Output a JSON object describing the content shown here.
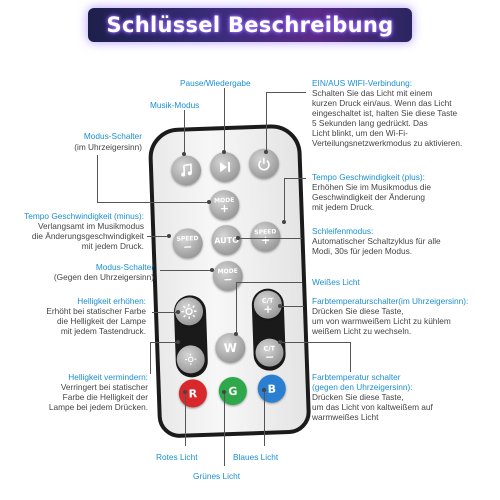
{
  "title": "Schlüssel Beschreibung",
  "labels": {
    "pause": "Pause/Wiedergabe",
    "music": "Musik-Modus",
    "mode_cw_title": "Modus-Schalter",
    "mode_cw_sub": "(im Uhrzeigersinn)",
    "onoff_title": "EIN/AUS WIFI-Verbindung:",
    "onoff_l1": "Schalten Sie das Licht mit einem",
    "onoff_l2": "kurzen Druck ein/aus. Wenn das Licht",
    "onoff_l3": "eingeschaltet ist, halten Sie diese Taste",
    "onoff_l4": "5 Sekunden lang gedrückt. Das",
    "onoff_l5": "Licht blinkt, um den Wi-Fi-",
    "onoff_l6": "Verteilungsnetzwerkmodus zu aktivieren.",
    "tempo_plus_title": "Tempo Geschwindigkeit (plus):",
    "tempo_plus_l1": "Erhöhen Sie im Musikmodus die",
    "tempo_plus_l2": "Geschwindigkeit der Änderung",
    "tempo_plus_l3": "mit jedem Druck.",
    "tempo_minus_title": "Tempo Geschwindigkeit (minus):",
    "tempo_minus_l1": "Verlangsamt im Musikmodus",
    "tempo_minus_l2": "die Änderungsgeschwindigkeit",
    "tempo_minus_l3": "mit jedem Druck.",
    "loop_title": "Schleifenmodus:",
    "loop_l1": "Automatischer Schaltzyklus für alle",
    "loop_l2": "Modi, 30s für jeden Modus.",
    "mode_ccw_title": "Modus-Schalter",
    "mode_ccw_sub": "(Gegen den Uhrzeigersinn)",
    "white": "Weißes Licht",
    "bright_up_title": "Helligkeit erhöhen:",
    "bright_up_l1": "Erhöht bei statischer Farbe",
    "bright_up_l2": "die Helligkeit der Lampe",
    "bright_up_l3": "mit jedem Tastendruck.",
    "ct_cw_title": "Farbtemperaturschalter(im Uhrzeigersinn):",
    "ct_cw_l1": "Drücken Sie diese Taste,",
    "ct_cw_l2": "um von warmweißem Licht zu kühlem",
    "ct_cw_l3": "weißem Licht zu wechseln.",
    "bright_down_title": "Helligkeit vermindern:",
    "bright_down_l1": "Verringert bei statischer",
    "bright_down_l2": "Farbe die Helligkeit der",
    "bright_down_l3": "Lampe bei jedem Drücken.",
    "ct_ccw_title1": "Farbtemperatur schalter",
    "ct_ccw_title2": "(gegen den Uhrzeigersinn):",
    "ct_ccw_l1": "Drücken Sie diese Taste,",
    "ct_ccw_l2": "um das Licht von kaltweißem auf",
    "ct_ccw_l3": "warmweißes Licht",
    "red": "Rotes Licht",
    "green": "Grünes Licht",
    "blue": "Blaues Licht"
  },
  "remote_buttons": {
    "mode": "MODE",
    "speed": "SPEED",
    "auto": "AUTO",
    "plus": "+",
    "minus": "−",
    "white": "W",
    "ct": "C/T",
    "r": "R",
    "g": "G",
    "b": "B"
  },
  "colors": {
    "label_blue": "#1a8fd0",
    "red_button": "#d8282b",
    "green_button": "#2ea84a",
    "blue_button": "#2a7fd0"
  }
}
